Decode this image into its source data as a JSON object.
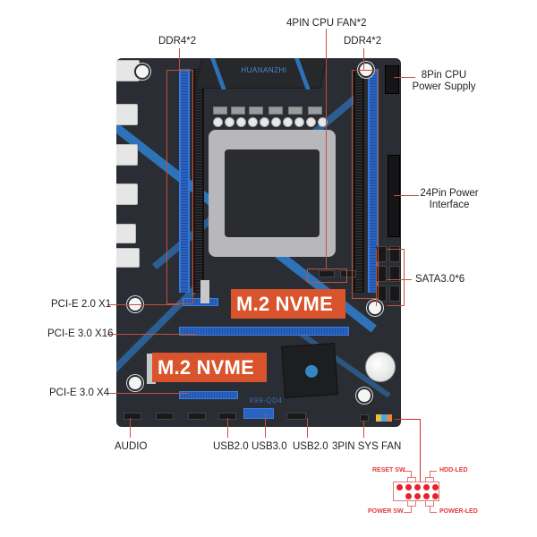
{
  "brand": "HUANANZHI",
  "board_model": "X99-QD4",
  "labels": {
    "ddr4_left": "DDR4*2",
    "ddr4_right": "DDR4*2",
    "cpu_fan": "4PIN CPU FAN*2",
    "cpu_power_line1": "8Pin CPU",
    "cpu_power_line2": "Power Supply",
    "atx_power_line1": "24Pin Power",
    "atx_power_line2": "Interface",
    "sata": "SATA3.0*6",
    "pcie_x1": "PCI-E 2.0 X1",
    "pcie_x16": "PCI-E 3.0 X16",
    "pcie_x4": "PCI-E 3.0 X4",
    "audio": "AUDIO",
    "usb20_a": "USB2.0",
    "usb30": "USB3.0",
    "usb20_b": "USB2.0",
    "sys_fan": "3PIN SYS FAN"
  },
  "m2_tags": [
    "M.2 NVME",
    "M.2 NVME"
  ],
  "front_panel": {
    "reset_sw": "RESET SW",
    "hdd_led": "HDD-LED",
    "power_sw": "POWER SW",
    "power_led": "POWER-LED"
  },
  "colors": {
    "accent_line": "#c0533a",
    "m2_tag": "#d9532c",
    "slot_blue": "#2a63c0",
    "pcb": "#2a2d33",
    "front_panel_red": "#e8222a"
  }
}
